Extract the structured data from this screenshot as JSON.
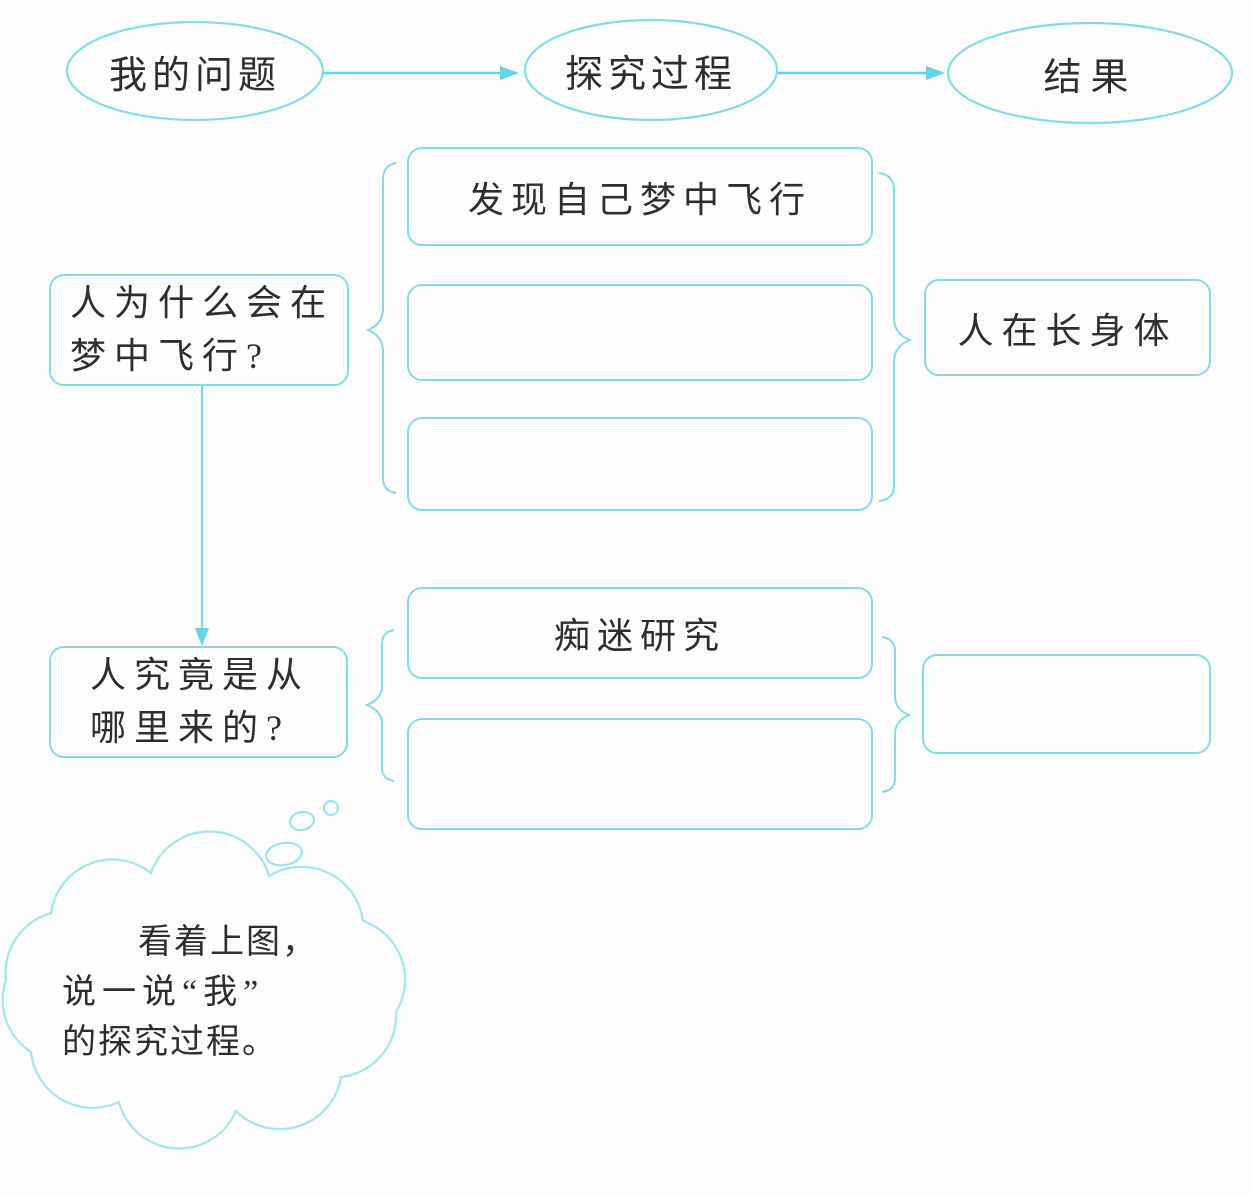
{
  "colors": {
    "line": "#85dce9",
    "cloud_line": "#a3e7f0",
    "arrow": "#62d4e9",
    "text": "#2e2e2e",
    "background": "#fdfdfe"
  },
  "flow_header": {
    "nodes": [
      {
        "label": "我的问题"
      },
      {
        "label": "探究过程"
      },
      {
        "label": "结果"
      }
    ]
  },
  "groups": [
    {
      "question_lines": [
        "人为什么会在",
        "梦中飞行?"
      ],
      "process_boxes": [
        "发现自己梦中飞行",
        "",
        ""
      ],
      "result": "人在长身体"
    },
    {
      "question_lines": [
        "人究竟是从",
        "哪里来的?"
      ],
      "process_boxes": [
        "痴迷研究",
        ""
      ],
      "result": ""
    }
  ],
  "thought_cloud": {
    "lines": [
      "看着上图，",
      "说一说“我”",
      "的探究过程。"
    ]
  }
}
